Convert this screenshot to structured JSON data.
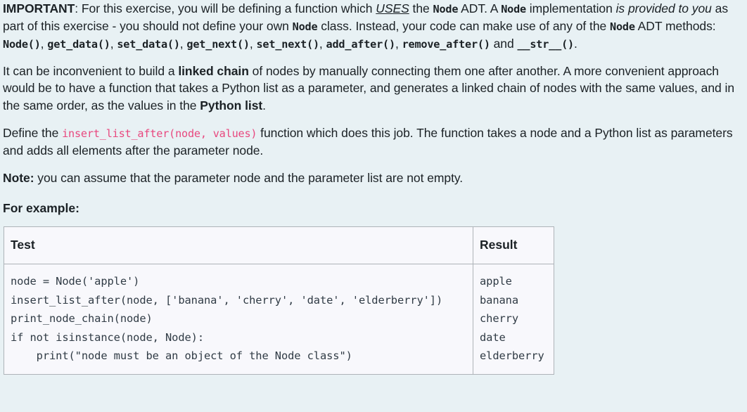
{
  "colors": {
    "page_background": "#e8f1f4",
    "text": "#1b2125",
    "code_pink": "#e8487f",
    "table_background": "#f8f8fc",
    "table_border": "#aeb3b8",
    "code_text": "#303b45"
  },
  "paragraphs": {
    "important": {
      "lead_bold": "IMPORTANT",
      "t1": ": For this exercise, you will be defining a function which ",
      "uses_underline": "USES",
      "t2": " the ",
      "code_node_1": "Node",
      "t3": " ADT. A ",
      "code_node_2": "Node",
      "t4": " implementation ",
      "italic_phrase": "is provided to you",
      "t5": " as part of this exercise - you should not define your own ",
      "code_node_3": "Node",
      "t6": " class. Instead, your code can make use of any of the ",
      "code_node_4": "Node",
      "t7": " ADT methods: ",
      "methods": [
        "Node()",
        "get_data()",
        "set_data()",
        "get_next()",
        "set_next()",
        "add_after()"
      ],
      "t8": ", ",
      "method_last_a": "remove_after()",
      "t9": " and ",
      "method_last_b": "__str__()",
      "t10": "."
    },
    "linked_chain": {
      "t1": "It can be inconvenient to build a ",
      "bold1": "linked chain",
      "t2": " of nodes by manually connecting them one after another.  A more convenient approach would be to have a function that takes a Python list as a parameter, and generates a linked chain of nodes with the same values, and in the same order, as the values in the ",
      "bold2": "Python list",
      "t3": "."
    },
    "define": {
      "t1": "Define the ",
      "code": "insert_list_after(node, values)",
      "t2": " function which does this job. The  function takes a node and a Python list as parameters and adds all elements after the parameter node."
    },
    "note": {
      "bold": "Note:",
      "text": " you can assume that the parameter node and the parameter list are not empty."
    },
    "for_example": "For example:"
  },
  "table": {
    "headers": [
      "Test",
      "Result"
    ],
    "rows": [
      {
        "test": "node = Node('apple')\ninsert_list_after(node, ['banana', 'cherry', 'date', 'elderberry'])\nprint_node_chain(node)\nif not isinstance(node, Node):\n    print(\"node must be an object of the Node class\")",
        "result": "apple\nbanana\ncherry\ndate\nelderberry"
      }
    ]
  }
}
